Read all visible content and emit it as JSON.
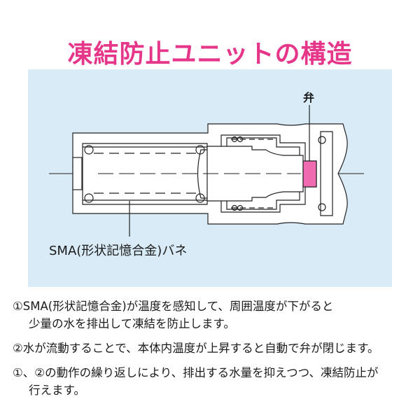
{
  "title": "凍結防止ユニットの構造",
  "diagram": {
    "valve_label": "弁",
    "spring_label": "SMA(形状記憶合金)バネ",
    "valve_color": "#f06ab0",
    "background_color": "#d9ebf7"
  },
  "notes": [
    {
      "line1": "①SMA(形状記憶合金)が温度を感知して、周囲温度が下がると",
      "line2": "少量の水を排出して凍結を防止します。"
    },
    {
      "line1": "②水が流動することで、本体内温度が上昇すると自動で弁が閉じます。"
    },
    {
      "line1": "①、②の動作の繰り返しにより、排出する水量を抑えつつ、凍結防止が",
      "line2": "行えます。"
    }
  ]
}
